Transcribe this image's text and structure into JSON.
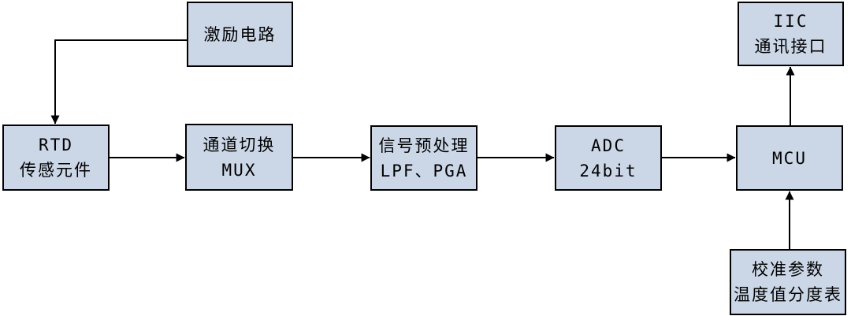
{
  "colors": {
    "box_fill": "#cbd7e7",
    "box_border": "#000000",
    "arrow": "#000000",
    "background": "#ffffff"
  },
  "nodes": {
    "excitation": {
      "lines": [
        "激励电路"
      ]
    },
    "rtd": {
      "lines": [
        "RTD",
        "传感元件"
      ]
    },
    "mux": {
      "lines": [
        "通道切换",
        "MUX"
      ]
    },
    "preprocess": {
      "lines": [
        "信号预处理",
        "LPF、PGA"
      ]
    },
    "adc": {
      "lines": [
        "ADC",
        "24bit"
      ]
    },
    "mcu": {
      "lines": [
        "MCU"
      ]
    },
    "iic": {
      "lines": [
        "IIC",
        "通讯接口"
      ]
    },
    "calibration": {
      "lines": [
        "校准参数",
        "温度值分度表"
      ]
    }
  },
  "connections": [
    {
      "from": "excitation",
      "to": "rtd",
      "type": "elbow"
    },
    {
      "from": "rtd",
      "to": "mux",
      "type": "straight"
    },
    {
      "from": "mux",
      "to": "preprocess",
      "type": "straight"
    },
    {
      "from": "preprocess",
      "to": "adc",
      "type": "straight"
    },
    {
      "from": "adc",
      "to": "mcu",
      "type": "straight"
    },
    {
      "from": "mcu",
      "to": "iic",
      "type": "straight"
    },
    {
      "from": "calibration",
      "to": "mcu",
      "type": "straight"
    }
  ]
}
